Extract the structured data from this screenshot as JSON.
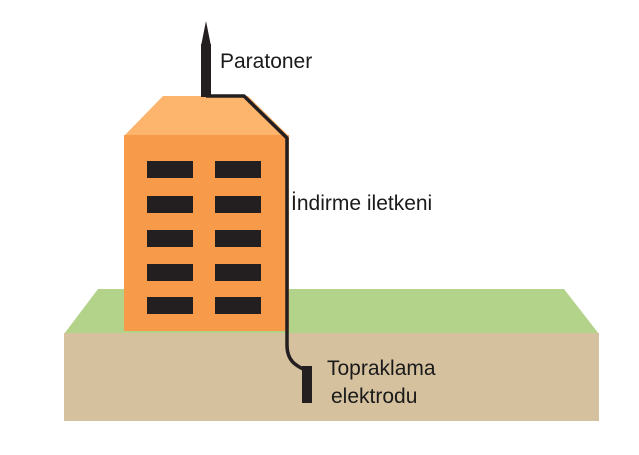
{
  "labels": {
    "lightning_rod": "Paratoner",
    "down_conductor": "İndirme iletkeni",
    "grounding_line1": "Topraklama",
    "grounding_line2": "elektrodu"
  },
  "colors": {
    "grass": "#b3d38a",
    "soil": "#d6c19f",
    "building_front": "#f79a4a",
    "building_roof": "#fdb46c",
    "windows": "#231f20",
    "conductor": "#231f20",
    "text": "#1a1a1a"
  },
  "building": {
    "window_rows": 5,
    "window_columns": 2
  }
}
